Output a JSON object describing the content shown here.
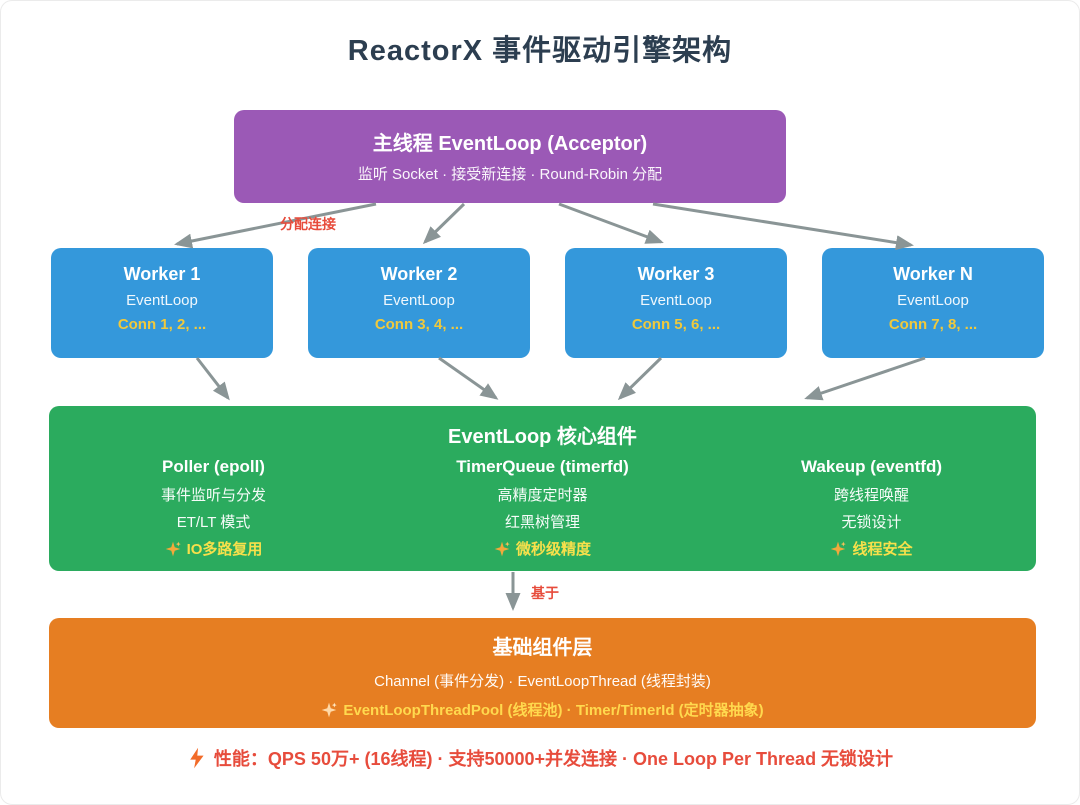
{
  "page": {
    "title": "ReactorX 事件驱动引擎架构"
  },
  "diagram": {
    "main_thread": {
      "title": "主线程 EventLoop (Acceptor)",
      "subtitle": "监听 Socket · 接受新连接 · Round-Robin 分配"
    },
    "edge_labels": {
      "dispatch": "分配连接",
      "based_on": "基于"
    },
    "workers": [
      {
        "title": "Worker 1",
        "subtitle": "EventLoop",
        "conns": "Conn 1, 2, ..."
      },
      {
        "title": "Worker 2",
        "subtitle": "EventLoop",
        "conns": "Conn 3, 4, ..."
      },
      {
        "title": "Worker 3",
        "subtitle": "EventLoop",
        "conns": "Conn 5, 6, ..."
      },
      {
        "title": "Worker N",
        "subtitle": "EventLoop",
        "conns": "Conn 7, 8, ..."
      }
    ],
    "core": {
      "title": "EventLoop 核心组件",
      "components": [
        {
          "title": "Poller (epoll)",
          "lines": [
            "事件监听与分发",
            "ET/LT 模式"
          ],
          "highlight": "IO多路复用"
        },
        {
          "title": "TimerQueue (timerfd)",
          "lines": [
            "高精度定时器",
            "红黑树管理"
          ],
          "highlight": "微秒级精度"
        },
        {
          "title": "Wakeup (eventfd)",
          "lines": [
            "跨线程唤醒",
            "无锁设计"
          ],
          "highlight": "线程安全"
        }
      ]
    },
    "foundation": {
      "title": "基础组件层",
      "line1": "Channel (事件分发) · EventLoopThread (线程封装)",
      "highlight": "EventLoopThreadPool (线程池) · Timer/TimerId (定时器抽象)"
    },
    "performance": "性能：QPS 50万+ (16线程) · 支持50000+并发连接 · One Loop Per Thread 无锁设计"
  },
  "icons": {
    "sparkle": "✨",
    "lightning": "⚡"
  },
  "colors": {
    "main_thread": "#9b59b6",
    "worker": "#3498db",
    "core": "#2bab5e",
    "foundation": "#e67e22",
    "worker_conn_yellow": "#f0c93c",
    "highlight_yellow": "#f7e04b",
    "foundation_yellow": "#ffd94e",
    "edge_label_red": "#e74c3c",
    "arrow_gray": "#8a9596",
    "title_dark": "#2c3e50"
  }
}
